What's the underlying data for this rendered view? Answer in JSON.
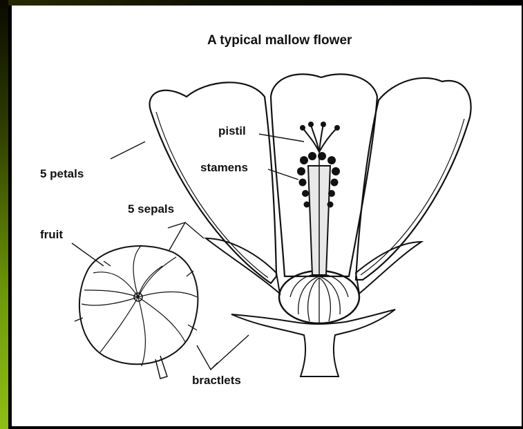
{
  "diagram": {
    "title": "A typical mallow flower",
    "labels": {
      "pistil": "pistil",
      "stamens": "stamens",
      "petals": "5 petals",
      "sepals": "5 sepals",
      "fruit": "fruit",
      "bractlets": "bractlets"
    }
  },
  "colors": {
    "ink": "#111111",
    "paper": "#ffffff",
    "frame": "#000000",
    "accent_bar": "#8fbf16"
  }
}
